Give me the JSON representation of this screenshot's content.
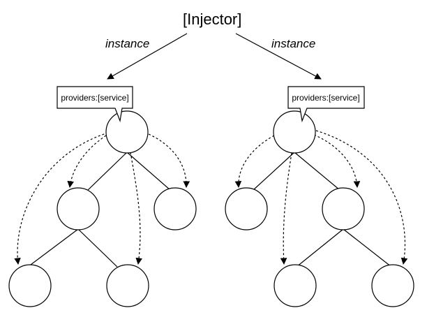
{
  "injector": {
    "label": "[Injector]"
  },
  "edges": {
    "left_label": "instance",
    "right_label": "instance"
  },
  "trees": [
    {
      "side": "left",
      "callout": "providers:[service]"
    },
    {
      "side": "right",
      "callout": "providers:[service]"
    }
  ]
}
